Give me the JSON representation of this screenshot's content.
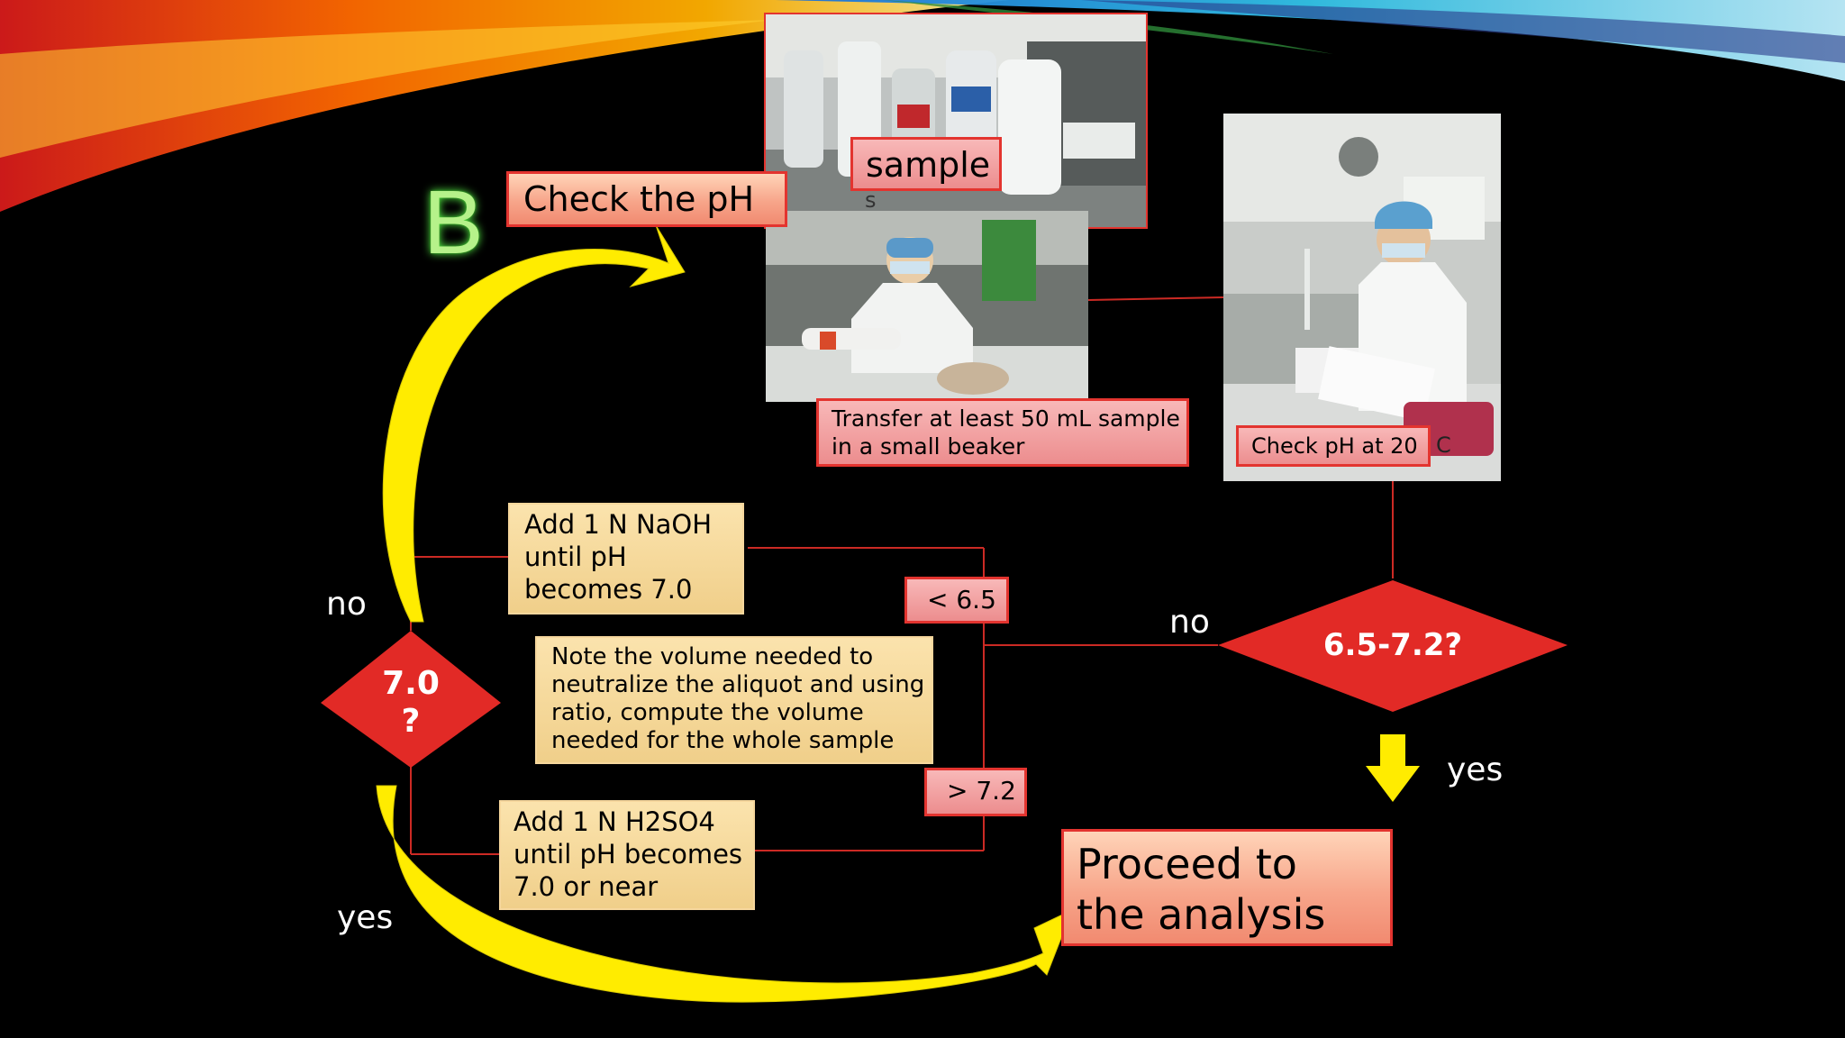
{
  "slide_letter": "B",
  "boxes": {
    "check_ph": "Check the pH",
    "samples_line1": "sample",
    "samples_line2": "s",
    "transfer_line1": "Transfer at least 50 mL sample",
    "transfer_line2": "in a small beaker",
    "check_temp_prefix": "Check pH at  20",
    "check_temp_suffix": "C",
    "naoh_line1": "Add 1 N NaOH",
    "naoh_line2": "until pH",
    "naoh_line3": "becomes  7.0",
    "h2so4_line1": "Add 1 N H2SO4",
    "h2so4_line2": "until pH becomes",
    "h2so4_line3": "7.0 or near",
    "note_line1": "Note the volume needed to",
    "note_line2": "neutralize the aliquot and using",
    "note_line3": "ratio, compute the volume",
    "note_line4": "needed for the whole sample",
    "lt": "<  6.5",
    "gt": ">  7.2",
    "proceed_line1": "Proceed to",
    "proceed_line2": "the analysis"
  },
  "decisions": {
    "range_check": "6.5-7.2?",
    "neutral_line1": "7.0",
    "neutral_line2": "?"
  },
  "labels": {
    "no_left": "no",
    "yes_left": "yes",
    "no_right": "no",
    "yes_right": "yes"
  },
  "colors": {
    "diamond_red": "#e22a26",
    "connector": "#cc2a24",
    "arrow_yellow": "#ffee00",
    "letter_green": "#b6f28a"
  }
}
